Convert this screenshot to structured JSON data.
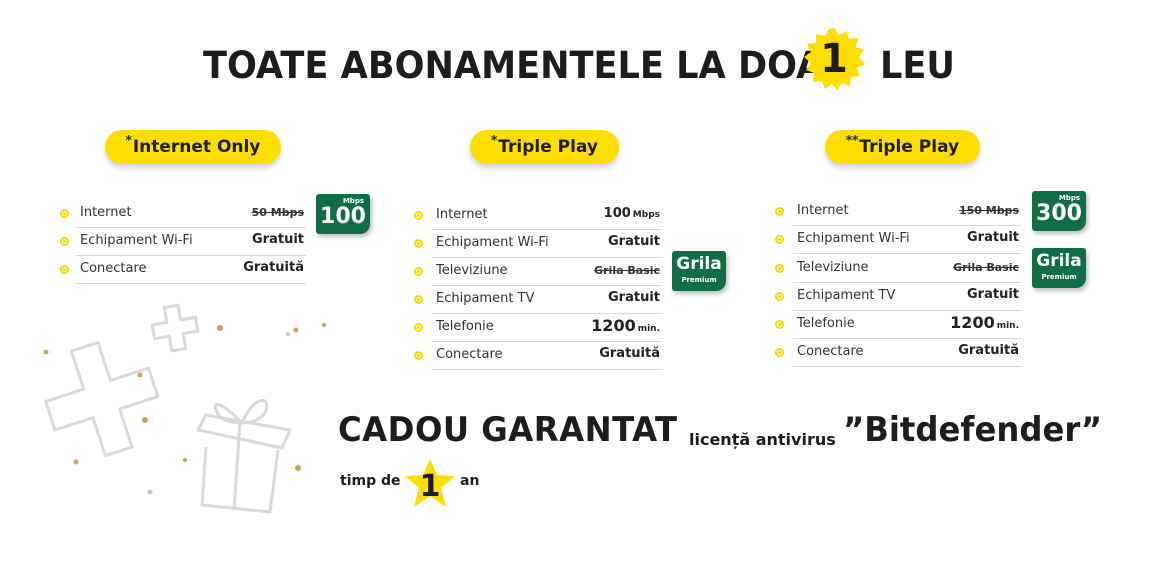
{
  "headline": {
    "before": "TOATE ABONAMENTELE LA DOAR",
    "badge": "1",
    "after": "LEU"
  },
  "plans": [
    {
      "mark": "*",
      "name": "Internet Only",
      "rows": [
        {
          "label": "Internet",
          "value": "50 Mbps",
          "struck": true
        },
        {
          "label": "Echipament Wi-Fi",
          "value": "Gratuit"
        },
        {
          "label": "Conectare",
          "value": "Gratuită"
        }
      ],
      "tags": [
        {
          "small": "Mbps",
          "big": "100"
        }
      ]
    },
    {
      "mark": "*",
      "name": "Triple Play",
      "rows": [
        {
          "label": "Internet",
          "value_big": "100",
          "unit": "Mbps"
        },
        {
          "label": "Echipament Wi-Fi",
          "value": "Gratuit"
        },
        {
          "label": "Televiziune",
          "value": "Grila Basic",
          "struck": true
        },
        {
          "label": "Echipament TV",
          "value": "Gratuit"
        },
        {
          "label": "Telefonie",
          "value_big": "1200",
          "unit": "min."
        },
        {
          "label": "Conectare",
          "value": "Gratuită"
        }
      ],
      "tags": [
        {
          "big": "Grila",
          "small": "Premium"
        }
      ]
    },
    {
      "mark": "**",
      "name": "Triple Play",
      "rows": [
        {
          "label": "Internet",
          "value": "150 Mbps",
          "struck": true
        },
        {
          "label": "Echipament Wi-Fi",
          "value": "Gratuit"
        },
        {
          "label": "Televiziune",
          "value": "Grila Basic",
          "struck": true
        },
        {
          "label": "Echipament TV",
          "value": "Gratuit"
        },
        {
          "label": "Telefonie",
          "value_big": "1200",
          "unit": "min."
        },
        {
          "label": "Conectare",
          "value": "Gratuită"
        }
      ],
      "tags": [
        {
          "small": "Mbps",
          "big": "300"
        },
        {
          "big": "Grila",
          "small": "Premium"
        }
      ]
    }
  ],
  "gift": {
    "title": "CADOU  GARANTAT",
    "license": "licență antivirus",
    "brand": "”Bitdefender”",
    "period_before": "timp de",
    "period_number": "1",
    "period_after": "an"
  },
  "colors": {
    "accent_yellow": "#ffde00",
    "tag_green": "#0f6e45",
    "text_dark": "#1d1d1b",
    "confetti_gold": "#c9a45c"
  }
}
